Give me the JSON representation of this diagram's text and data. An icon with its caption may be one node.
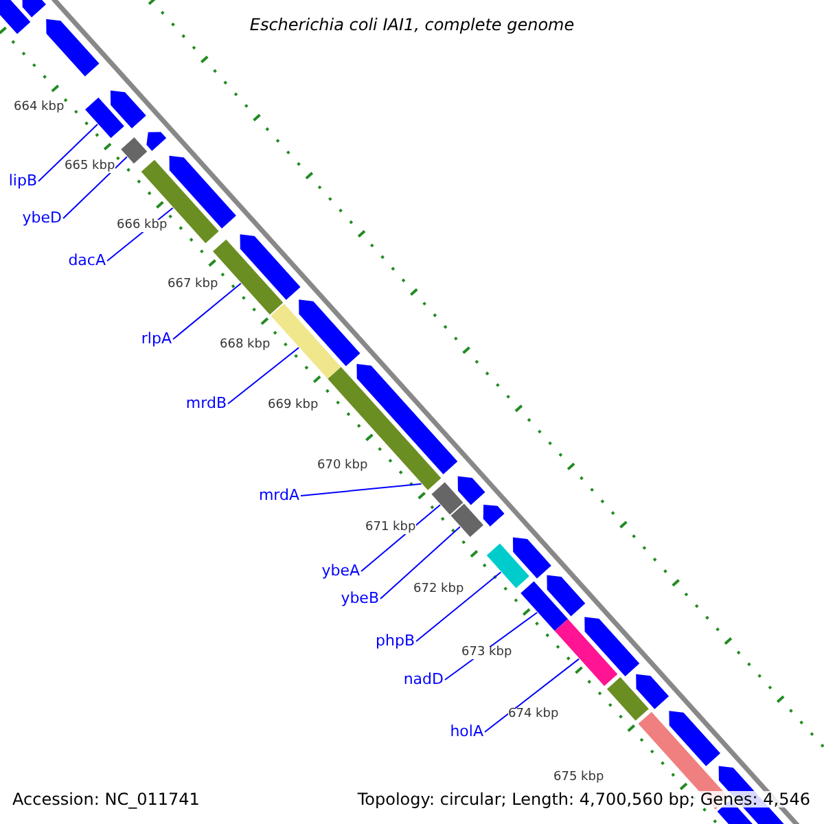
{
  "diagram": {
    "title": "Escherichia coli IAI1, complete genome",
    "nodes": [
      {
        "text": [
          "lipB"
        ]
      },
      {
        "text": [
          "ybeD"
        ]
      },
      {
        "text": [
          "dacA"
        ]
      },
      {
        "text": [
          "rlpA"
        ]
      },
      {
        "text": [
          "mrdB"
        ]
      },
      {
        "text": [
          "mrdA"
        ]
      },
      {
        "text": [
          "ybeA"
        ]
      },
      {
        "text": [
          "ybeB"
        ]
      },
      {
        "text": [
          "phpB"
        ]
      },
      {
        "text": [
          "nadD"
        ]
      },
      {
        "text": [
          "holA"
        ]
      },
      {
        "text": [],
        "shape": "bar"
      },
      {
        "text": [],
        "shape": "bar"
      },
      {
        "text": [],
        "shape": "bar"
      },
      {
        "text": [],
        "shape": "bar"
      },
      {
        "text": [],
        "shape": "bar"
      },
      {
        "text": [],
        "shape": "bar"
      },
      {
        "text": [],
        "shape": "bar"
      },
      {
        "text": [],
        "shape": "bar"
      },
      {
        "text": [],
        "shape": "bar"
      },
      {
        "text": [],
        "shape": "bar"
      },
      {
        "text": [],
        "shape": "bar"
      },
      {
        "text": [],
        "shape": "bar"
      }
    ],
    "edges": [
      {
        "from": 0,
        "to": 11,
        "arrow": "none"
      },
      {
        "from": 1,
        "to": 12,
        "arrow": "none"
      },
      {
        "from": 2,
        "to": 13,
        "arrow": "none"
      },
      {
        "from": 3,
        "to": 14,
        "arrow": "none"
      },
      {
        "from": 4,
        "to": 15,
        "arrow": "none"
      },
      {
        "from": 5,
        "to": 16,
        "arrow": "none"
      },
      {
        "from": 6,
        "to": 17,
        "arrow": "none"
      },
      {
        "from": 7,
        "to": 18,
        "arrow": "none"
      },
      {
        "from": 8,
        "to": 19,
        "arrow": "none"
      },
      {
        "from": 9,
        "to": 20,
        "arrow": "none"
      },
      {
        "from": 10,
        "to": 21,
        "arrow": "none"
      }
    ],
    "labels": [
      "664 kbp",
      "665 kbp",
      "666 kbp",
      "667 kbp",
      "668 kbp",
      "669 kbp",
      "670 kbp",
      "671 kbp",
      "672 kbp",
      "673 kbp",
      "674 kbp",
      "675 kbp",
      "Accession: NC_011741",
      "Topology: circular; Length: 4,700,560 bp; Genes: 4,546"
    ]
  }
}
